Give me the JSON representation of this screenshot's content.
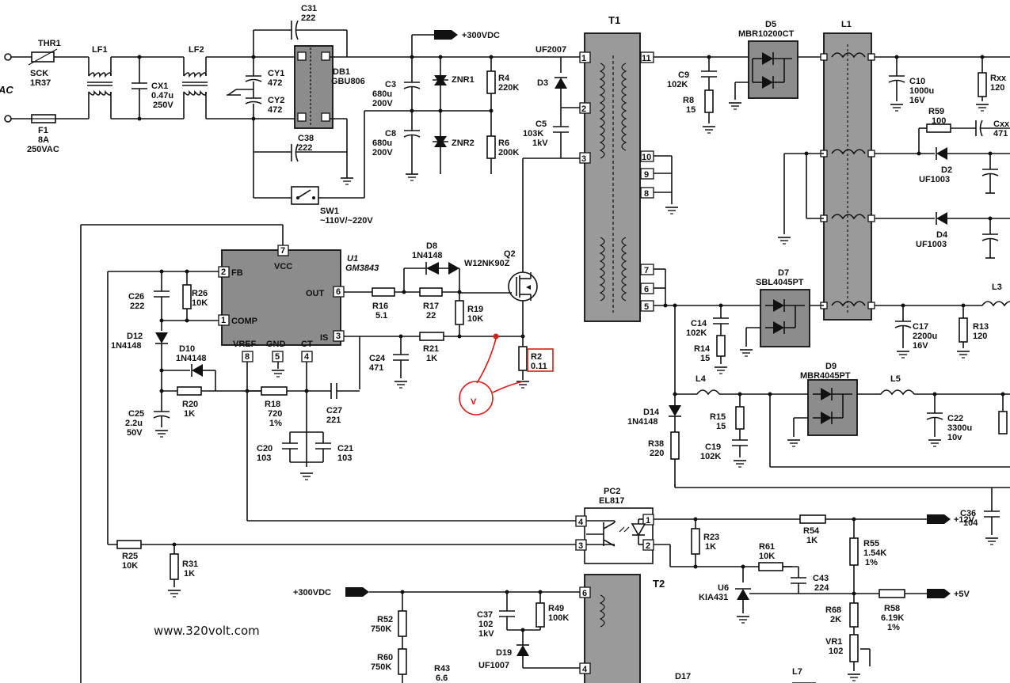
{
  "input": {
    "ac": "AC"
  },
  "thr1": {
    "name": "THR1",
    "type": "SCK",
    "value": "1R37"
  },
  "f1": {
    "name": "F1",
    "value": "8A",
    "rating": "250VAC"
  },
  "lf1": "LF1",
  "lf2": "LF2",
  "cx1": {
    "name": "CX1",
    "value": "0.47u",
    "rating": "250V"
  },
  "cy1": {
    "name": "CY1",
    "value": "472"
  },
  "cy2": {
    "name": "CY2",
    "value": "472"
  },
  "c31": {
    "name": "C31",
    "value": "222"
  },
  "c38": {
    "name": "C38",
    "value": "222"
  },
  "db1": {
    "name": "DB1",
    "part": "GBU806"
  },
  "sw1": {
    "name": "SW1",
    "label": "~110V/~220V"
  },
  "vdc300": "+300VDC",
  "c3": {
    "name": "C3",
    "value": "680u",
    "rating": "200V"
  },
  "c8": {
    "name": "C8",
    "value": "680u",
    "rating": "200V"
  },
  "znr1": "ZNR1",
  "znr2": "ZNR2",
  "r4": {
    "name": "R4",
    "value": "220K"
  },
  "r6": {
    "name": "R6",
    "value": "200K"
  },
  "d3": {
    "name": "D3",
    "part": "UF2007"
  },
  "c5": {
    "name": "C5",
    "value": "103K",
    "rating": "1kV"
  },
  "t1": {
    "name": "T1",
    "pins": [
      "1",
      "2",
      "3",
      "11",
      "10",
      "9",
      "8",
      "7",
      "6",
      "5"
    ]
  },
  "q2": {
    "name": "Q2",
    "part": "W12NK90Z"
  },
  "u1": {
    "name": "U1",
    "part": "GM3843",
    "fb": "FB",
    "vcc": "VCC",
    "comp": "COMP",
    "out": "OUT",
    "is": "IS",
    "vref": "VREF",
    "gnd": "GND",
    "ct": "CT",
    "pins": [
      "7",
      "2",
      "1",
      "6",
      "3",
      "8",
      "5",
      "4"
    ]
  },
  "d8": {
    "name": "D8",
    "part": "1N4148"
  },
  "r16": {
    "name": "R16",
    "value": "5.1"
  },
  "r17": {
    "name": "R17",
    "value": "22"
  },
  "r19": {
    "name": "R19",
    "value": "10K"
  },
  "r21": {
    "name": "R21",
    "value": "1K"
  },
  "r2": {
    "name": "R2",
    "value": "0.11"
  },
  "probe": "V",
  "c24": {
    "name": "C24",
    "value": "471"
  },
  "c26": {
    "name": "C26",
    "value": "222"
  },
  "r26": {
    "name": "R26",
    "value": "10K"
  },
  "d12": {
    "name": "D12",
    "part": "1N4148"
  },
  "d10": {
    "name": "D10",
    "part": "1N4148"
  },
  "r20": {
    "name": "R20",
    "value": "1K"
  },
  "c25": {
    "name": "C25",
    "value": "2.2u",
    "rating": "50V"
  },
  "r18": {
    "name": "R18",
    "value": "720",
    "tol": "1%"
  },
  "c27": {
    "name": "C27",
    "value": "221"
  },
  "c20": {
    "name": "C20",
    "value": "103"
  },
  "c21": {
    "name": "C21",
    "value": "103"
  },
  "d5": {
    "name": "D5",
    "part": "MBR10200CT"
  },
  "c9": {
    "name": "C9",
    "value": "102K"
  },
  "r8": {
    "name": "R8",
    "value": "15"
  },
  "l1": "L1",
  "c10": {
    "name": "C10",
    "value": "1000u",
    "rating": "16V"
  },
  "rxx": {
    "name": "Rxx",
    "value": "120"
  },
  "r59": {
    "name": "R59",
    "value": "100"
  },
  "cxx": {
    "name": "Cxx",
    "value": "471"
  },
  "d2": {
    "name": "D2",
    "part": "UF1003"
  },
  "d4": {
    "name": "D4",
    "part": "UF1003"
  },
  "d7a": {
    "name": "D7",
    "part": "SBL4045PT"
  },
  "l3": "L3",
  "c14": {
    "name": "C14",
    "value": "102K"
  },
  "r14": {
    "name": "R14",
    "value": "15"
  },
  "c17": {
    "name": "C17",
    "value": "2200u",
    "rating": "16V"
  },
  "r13": {
    "name": "R13",
    "value": "120"
  },
  "l4": "L4",
  "l5": "L5",
  "d9": {
    "name": "D9",
    "part": "MBR4045PT"
  },
  "d14": {
    "name": "D14",
    "part": "1N4148"
  },
  "r15": {
    "name": "R15",
    "value": "15"
  },
  "c19": {
    "name": "C19",
    "value": "102K"
  },
  "r38": {
    "name": "R38",
    "value": "220"
  },
  "c22": {
    "name": "C22",
    "value": "3300u",
    "rating": "10v"
  },
  "pc2": {
    "name": "PC2",
    "part": "EL817",
    "pins": [
      "4",
      "3",
      "1",
      "2"
    ]
  },
  "c36": {
    "name": "C36",
    "value": "104"
  },
  "r23": {
    "name": "R23",
    "value": "1K"
  },
  "r54": {
    "name": "R54",
    "value": "1K"
  },
  "v12": "+12V",
  "r55": {
    "name": "R55",
    "value": "1.54K",
    "tol": "1%"
  },
  "r25": {
    "name": "R25",
    "value": "10K"
  },
  "r31": {
    "name": "R31",
    "value": "1K"
  },
  "r61": {
    "name": "R61",
    "value": "10K"
  },
  "c43": {
    "name": "C43",
    "value": "224"
  },
  "u6": {
    "name": "U6",
    "part": "KIA431"
  },
  "v5": "+5V",
  "r68": {
    "name": "R68",
    "value": "2K"
  },
  "r58": {
    "name": "R58",
    "value": "6.19K",
    "tol": "1%"
  },
  "vr1": {
    "name": "VR1",
    "value": "102"
  },
  "t2": {
    "name": "T2",
    "pins": [
      "6",
      "4"
    ]
  },
  "r52": {
    "name": "R52",
    "value": "750K"
  },
  "r60": {
    "name": "R60",
    "value": "750K"
  },
  "r43": {
    "name": "R43",
    "value": "6.6"
  },
  "c37": {
    "name": "C37",
    "value": "102",
    "rating": "1kV"
  },
  "r49": {
    "name": "R49",
    "value": "100K"
  },
  "d19": {
    "name": "D19",
    "part": "UF1007"
  },
  "d17": "D17",
  "l7": "L7",
  "website": "www.320volt.com"
}
